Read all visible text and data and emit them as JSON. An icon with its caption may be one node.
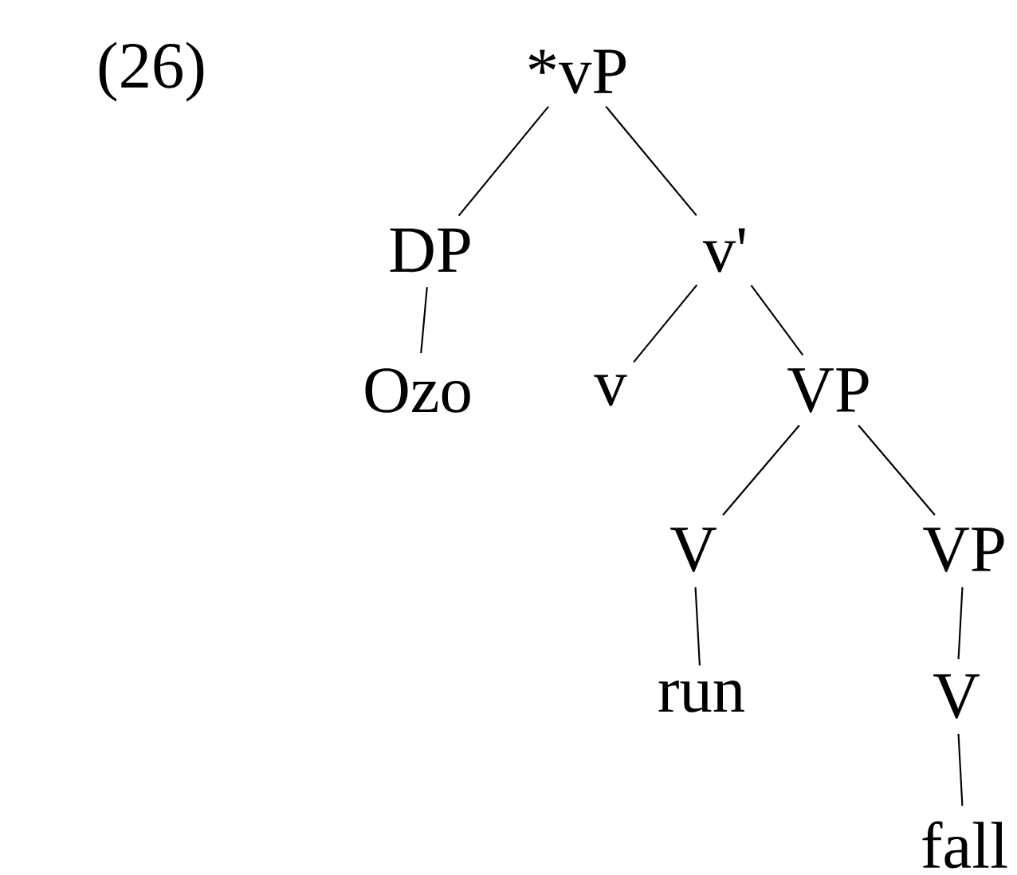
{
  "diagram": {
    "nodes": [
      {
        "text": [
          "*vP"
        ]
      },
      {
        "text": [
          "DP"
        ]
      },
      {
        "text": [
          "v'"
        ]
      },
      {
        "text": [
          "Ozo"
        ]
      },
      {
        "text": [
          "v"
        ]
      },
      {
        "text": [
          "VP"
        ]
      },
      {
        "text": [
          "V"
        ]
      },
      {
        "text": [
          "VP"
        ]
      },
      {
        "text": [
          "run"
        ]
      },
      {
        "text": [
          "V"
        ]
      },
      {
        "text": [
          "fall"
        ]
      }
    ],
    "edges": [
      {
        "from": 0,
        "to": 1,
        "arrow": "none"
      },
      {
        "from": 0,
        "to": 2,
        "arrow": "none"
      },
      {
        "from": 1,
        "to": 3,
        "arrow": "none"
      },
      {
        "from": 2,
        "to": 4,
        "arrow": "none"
      },
      {
        "from": 2,
        "to": 5,
        "arrow": "none"
      },
      {
        "from": 5,
        "to": 6,
        "arrow": "none"
      },
      {
        "from": 5,
        "to": 7,
        "arrow": "none"
      },
      {
        "from": 6,
        "to": 8,
        "arrow": "none"
      },
      {
        "from": 7,
        "to": 9,
        "arrow": "none"
      },
      {
        "from": 9,
        "to": 10,
        "arrow": "none"
      }
    ],
    "labels": [
      "(26)"
    ]
  }
}
